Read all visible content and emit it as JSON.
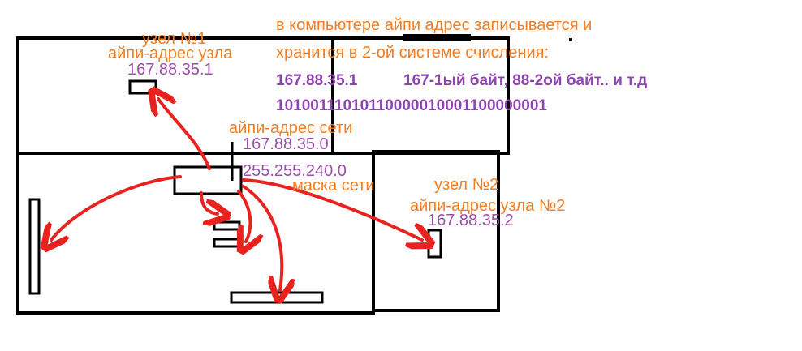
{
  "colors": {
    "line": "#000000",
    "arrow": "#e8231f",
    "label": "#f47c20",
    "address": "#9b4fa8",
    "binary": "#8e44ad"
  },
  "note": {
    "line1": "в компьютере айпи адрес записывается и",
    "line2": "хранится в 2-ой системе счисления:",
    "ip": "167.88.35.1",
    "bytes": "167-1ый байт, 88-2ой байт.. и т.д",
    "binary": "10100111010110000010001100000001"
  },
  "node1": {
    "title": "узел №1",
    "label": "айпи-адрес узла",
    "ip": "167.88.35.1"
  },
  "network": {
    "label": "айпи-адрес сети",
    "ip": "167.88.35.0",
    "mask": "255.255.240.0",
    "mask_label": "маска сети"
  },
  "node2": {
    "title": "узел №2",
    "label": "айпи-адрес узла №2",
    "ip": "167.88.35.2"
  }
}
